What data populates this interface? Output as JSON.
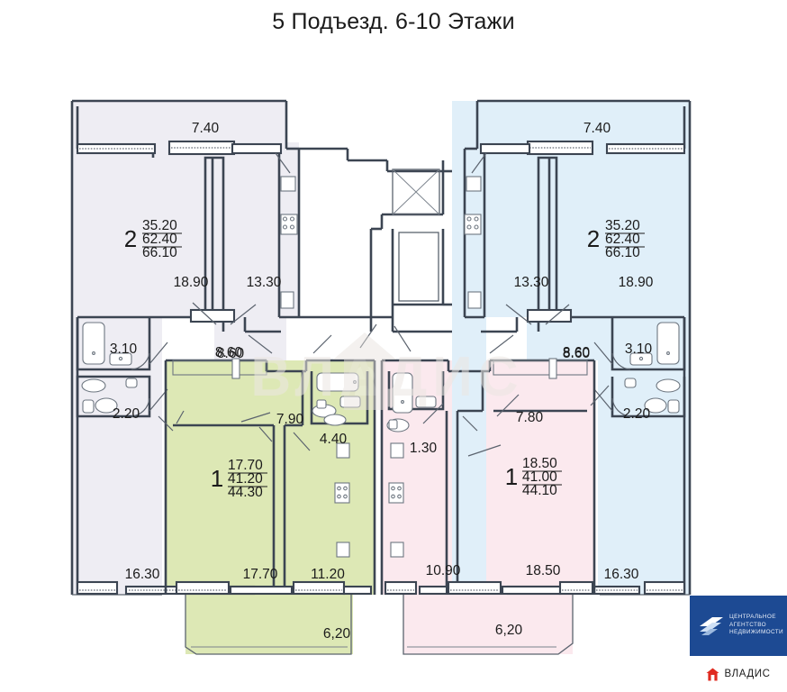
{
  "title": "5 Подъезд. 6-10 Этажи",
  "watermark": {
    "text": "ВЛАДИС"
  },
  "colors": {
    "apartment_lavender": "#eeedf3",
    "apartment_green": "#dde8b5",
    "apartment_pink": "#fbe9ee",
    "apartment_blue": "#e0eff9",
    "wall": "#3c4552",
    "logo_blue": "#1d4a93",
    "logo_house_red": "#e02b20"
  },
  "apartments": [
    {
      "id": "left-top",
      "position": "top-left",
      "color": "#eeedf3",
      "rooms_count": "2",
      "area_living": "35.20",
      "area_total": "62.40",
      "area_with_balcony": "66.10",
      "room_labels": [
        "7.40",
        "18.90",
        "13.30",
        "3.10",
        "2.20",
        "8.60",
        "16.30"
      ]
    },
    {
      "id": "right-top",
      "position": "top-right",
      "color": "#e0eff9",
      "rooms_count": "2",
      "area_living": "35.20",
      "area_total": "62.40",
      "area_with_balcony": "66.10",
      "room_labels": [
        "7.40",
        "13.30",
        "18.90",
        "8.60",
        "3.10",
        "2.20",
        "16.30"
      ]
    },
    {
      "id": "left-bottom",
      "position": "bottom-left",
      "color": "#dde8b5",
      "rooms_count": "1",
      "area_living": "17.70",
      "area_total": "41.20",
      "area_with_balcony": "44.30",
      "room_labels": [
        "7.90",
        "4.40",
        "17.70",
        "11.20"
      ],
      "balcony": "6,20"
    },
    {
      "id": "right-bottom",
      "position": "bottom-right",
      "color": "#fbe9ee",
      "rooms_count": "1",
      "area_living": "18.50",
      "area_total": "41.00",
      "area_with_balcony": "44.10",
      "room_labels": [
        "7.80",
        "1.30",
        "18.50",
        "10.90"
      ],
      "balcony": "6,20"
    }
  ],
  "dimension_labels": {
    "lt_top": "7.40",
    "lt_room_a": "18.90",
    "lt_room_b": "13.30",
    "lt_bath": "3.10",
    "lt_wc": "2.20",
    "lt_hall": "8.60",
    "lt_bottom": "16.30",
    "rt_top": "7.40",
    "rt_room_a": "13.30",
    "rt_room_b": "18.90",
    "rt_hall": "8.60",
    "rt_bath": "3.10",
    "rt_wc": "2.20",
    "rt_bottom": "16.30",
    "lb_kitchen": "7.90",
    "lb_bath": "4.40",
    "lb_room": "17.70",
    "lb_hall": "11.20",
    "lb_balcony": "6,20",
    "rb_kitchen": "7.80",
    "rb_wc": "1.30",
    "rb_room": "18.50",
    "rb_hall": "10.90",
    "rb_balcony": "6,20"
  },
  "logo": {
    "line1": "ЦЕНТРАЛЬНОЕ",
    "line2": "АГЕНТСТВО",
    "line3": "НЕДВИЖИМОСТИ",
    "brand": "ВЛАДИС"
  }
}
